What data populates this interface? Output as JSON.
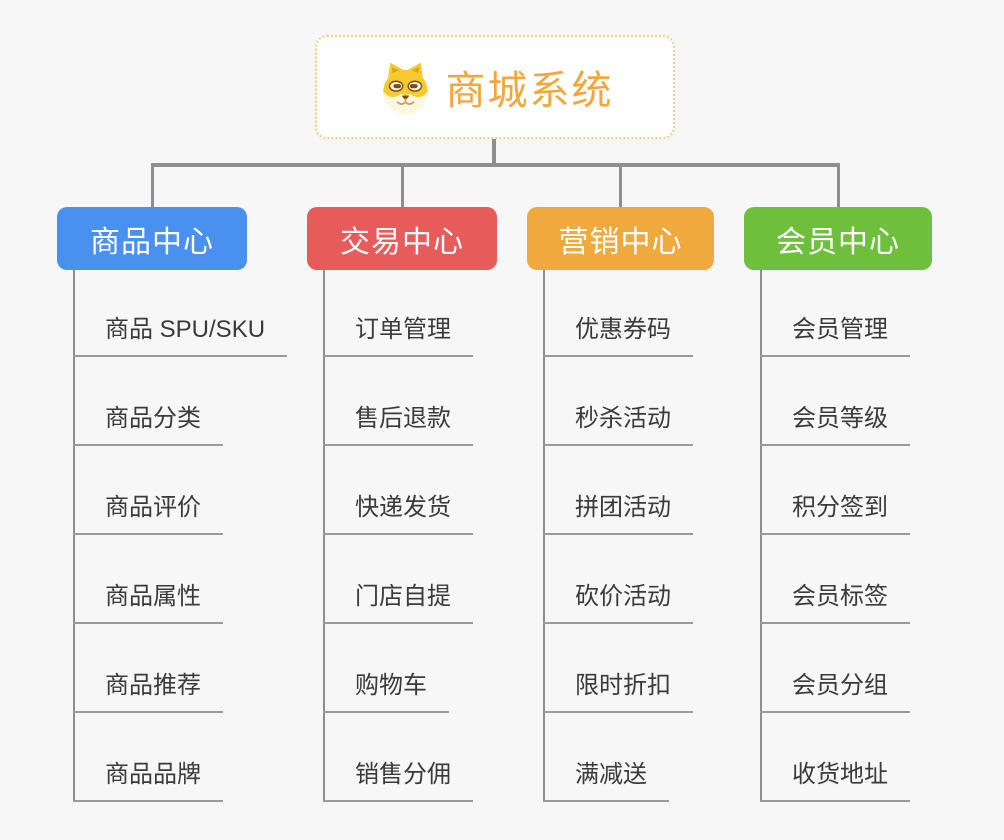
{
  "root": {
    "title": "商城系统",
    "icon": "shiba-dog-face-icon"
  },
  "colors": {
    "background": "#F7F7F7",
    "root_border": "#F7CB86",
    "root_text": "#F2A73D",
    "connector": "#8E8E8E",
    "leaf_underline": "#9A9A9A",
    "leaf_text": "#3A3A3A",
    "branch_product": "#4A90EE",
    "branch_trade": "#E85B5B",
    "branch_marketing": "#EFA93C",
    "branch_member": "#6EC03C"
  },
  "branches": [
    {
      "label": "商品中心",
      "color": "#4A90EE",
      "items": [
        "商品 SPU/SKU",
        "商品分类",
        "商品评价",
        "商品属性",
        "商品推荐",
        "商品品牌"
      ]
    },
    {
      "label": "交易中心",
      "color": "#E85B5B",
      "items": [
        "订单管理",
        "售后退款",
        "快递发货",
        "门店自提",
        "购物车",
        "销售分佣"
      ]
    },
    {
      "label": "营销中心",
      "color": "#EFA93C",
      "items": [
        "优惠券码",
        "秒杀活动",
        "拼团活动",
        "砍价活动",
        "限时折扣",
        "满减送"
      ]
    },
    {
      "label": "会员中心",
      "color": "#6EC03C",
      "items": [
        "会员管理",
        "会员等级",
        "积分签到",
        "会员标签",
        "会员分组",
        "收货地址"
      ]
    }
  ]
}
